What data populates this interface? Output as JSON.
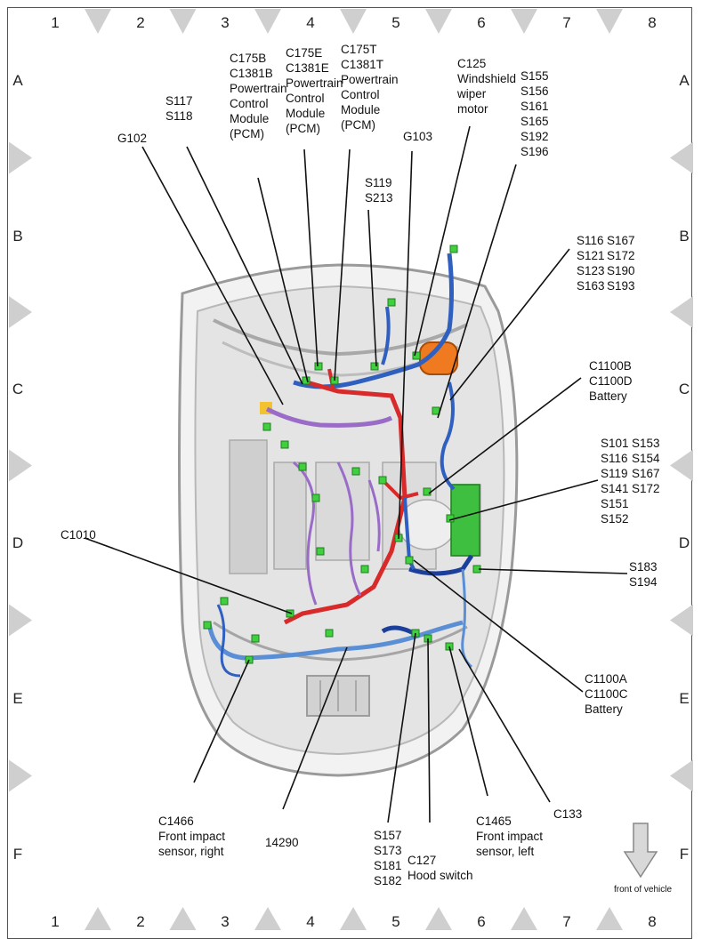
{
  "grid": {
    "columns": [
      "1",
      "2",
      "3",
      "4",
      "5",
      "6",
      "7",
      "8"
    ],
    "rows": [
      "A",
      "B",
      "C",
      "D",
      "E",
      "F"
    ]
  },
  "callouts": [
    {
      "id": "g102",
      "lines": [
        "G102"
      ]
    },
    {
      "id": "s117",
      "lines": [
        "S117",
        "S118"
      ]
    },
    {
      "id": "c175b",
      "lines": [
        "C175B",
        "C1381B",
        "Powertrain",
        "Control",
        "Module",
        "(PCM)"
      ]
    },
    {
      "id": "c175e",
      "lines": [
        "C175E",
        "C1381E",
        "Powertrain",
        "Control",
        "Module",
        "(PCM)"
      ]
    },
    {
      "id": "c175t",
      "lines": [
        "C175T",
        "C1381T",
        "Powertrain",
        "Control",
        "Module",
        "(PCM)"
      ]
    },
    {
      "id": "g103",
      "lines": [
        "G103"
      ]
    },
    {
      "id": "s119",
      "lines": [
        "S119",
        "S213"
      ]
    },
    {
      "id": "c125",
      "lines": [
        "C125",
        "Windshield",
        "wiper",
        "motor"
      ]
    },
    {
      "id": "s155",
      "lines": [
        "S155",
        "S156",
        "S161",
        "S165",
        "S192",
        "S196"
      ]
    },
    {
      "id": "s116a",
      "lines": [
        "S116",
        "S121",
        "S123",
        "S163"
      ]
    },
    {
      "id": "s167a",
      "lines": [
        "S167",
        "S172",
        "S190",
        "S193"
      ]
    },
    {
      "id": "c1100b",
      "lines": [
        "C1100B",
        "C1100D",
        "Battery"
      ]
    },
    {
      "id": "s101",
      "lines": [
        "S101",
        "S116",
        "S119",
        "S141",
        "S151",
        "S152"
      ]
    },
    {
      "id": "s153",
      "lines": [
        "S153",
        "S154",
        "S167",
        "S172"
      ]
    },
    {
      "id": "c1010",
      "lines": [
        "C1010"
      ]
    },
    {
      "id": "s183",
      "lines": [
        "S183",
        "S194"
      ]
    },
    {
      "id": "c1100a",
      "lines": [
        "C1100A",
        "C1100C",
        "Battery"
      ]
    },
    {
      "id": "c133",
      "lines": [
        "C133"
      ]
    },
    {
      "id": "c1466",
      "lines": [
        "C1466",
        "Front impact",
        "sensor, right"
      ]
    },
    {
      "id": "w14290",
      "lines": [
        "14290"
      ]
    },
    {
      "id": "s157",
      "lines": [
        "S157",
        "S173",
        "S181",
        "S182"
      ]
    },
    {
      "id": "c127",
      "lines": [
        "C127",
        "Hood switch"
      ]
    },
    {
      "id": "c1465",
      "lines": [
        "C1465",
        "Front impact",
        "sensor, left"
      ]
    }
  ],
  "direction_label": "front of vehicle"
}
